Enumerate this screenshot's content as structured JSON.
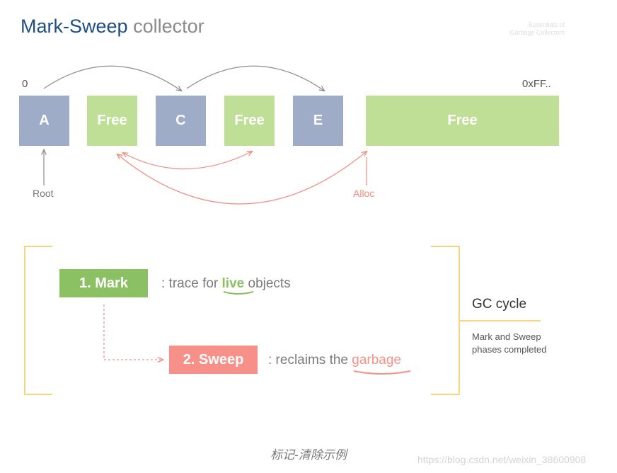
{
  "title": {
    "part1": "Mark-Sweep",
    "part2": "collector"
  },
  "essentials": {
    "line1": "Essentials of",
    "line2": "Garbage Collectors"
  },
  "memory": {
    "start_addr": "0",
    "end_addr": "0xFF..",
    "blocks": [
      {
        "label": "A",
        "kind": "live"
      },
      {
        "label": "Free",
        "kind": "free"
      },
      {
        "label": "C",
        "kind": "live"
      },
      {
        "label": "Free",
        "kind": "free"
      },
      {
        "label": "E",
        "kind": "live"
      },
      {
        "label": "Free",
        "kind": "free"
      }
    ],
    "root_label": "Root",
    "alloc_label": "Alloc"
  },
  "phases": {
    "mark": {
      "label": "1. Mark",
      "pre": ": trace for ",
      "highlight": "live",
      "post": " objects"
    },
    "sweep": {
      "label": "2. Sweep",
      "pre": ": reclaims the ",
      "highlight": "garbage"
    }
  },
  "gc": {
    "title": "GC cycle",
    "desc_line1": "Mark and Sweep",
    "desc_line2": "phases completed"
  },
  "caption": "标记-清除示例",
  "watermark": "https://blog.csdn.net/weixin_38600908",
  "colors": {
    "title_blue": "#1f4f82",
    "live_block": "#9eacc8",
    "free_block": "#bfdf97",
    "mark_green": "#8cc163",
    "sweep_red": "#f79089",
    "bracket_yellow": "#f2d681",
    "pointer_gray": "#8c8c8c",
    "alloc_red": "#f4897f"
  }
}
